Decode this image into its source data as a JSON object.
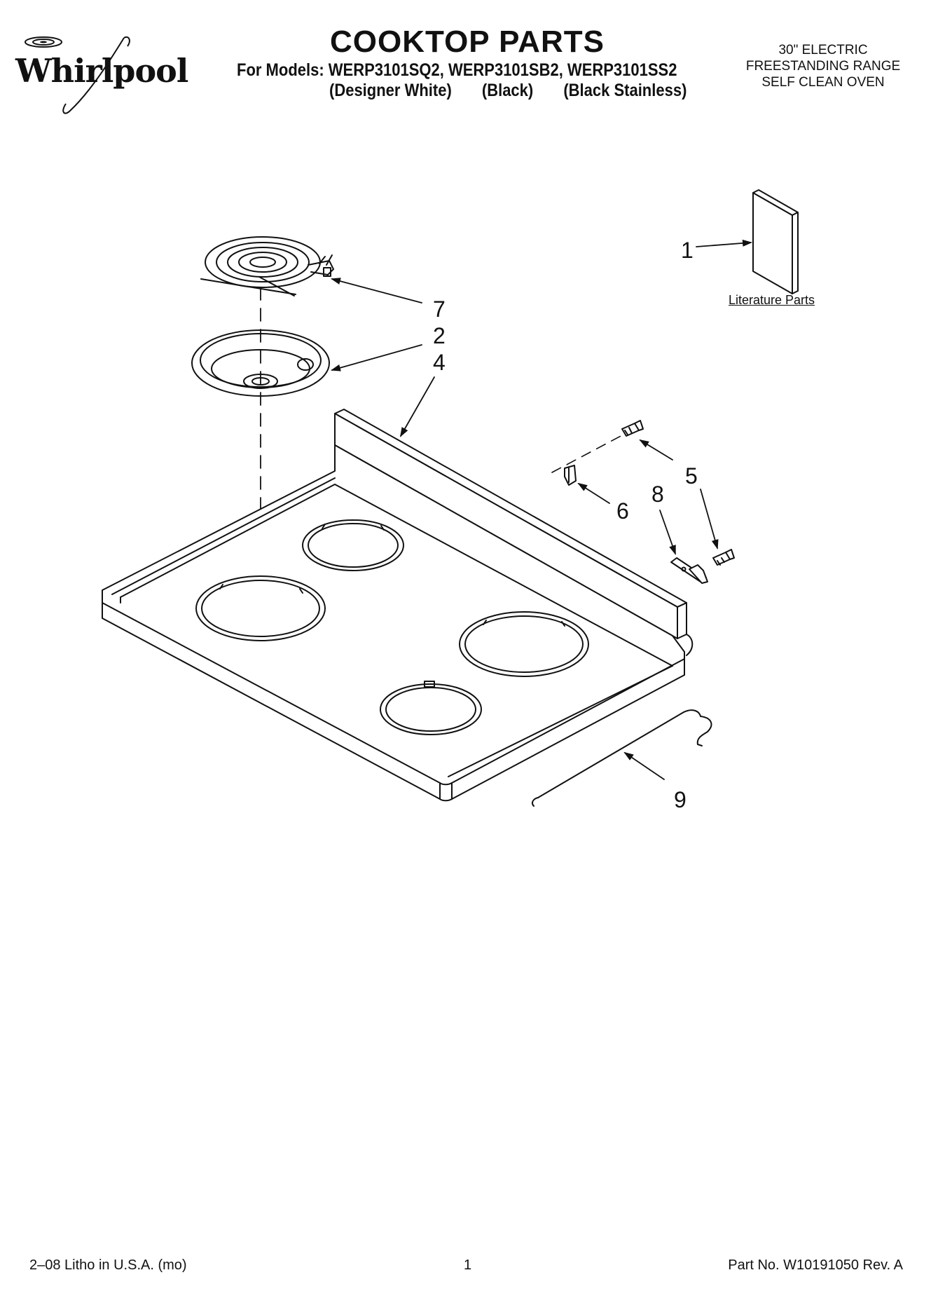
{
  "header": {
    "brand": "Whirlpool",
    "title": "COOKTOP PARTS",
    "models_line": "For Models: WERP3101SQ2, WERP3101SB2, WERP3101SS2",
    "variants": [
      "(Designer White)",
      "(Black)",
      "(Black Stainless)"
    ],
    "appliance_type": [
      "30\" ELECTRIC",
      "FREESTANDING RANGE",
      "SELF CLEAN OVEN"
    ]
  },
  "diagram": {
    "literature_label": "Literature Parts",
    "callouts": [
      "1",
      "7",
      "2",
      "4",
      "5",
      "8",
      "6",
      "9"
    ]
  },
  "footer": {
    "left": "2–08 Litho in U.S.A. (mo)",
    "center": "1",
    "right": "Part No. W10191050 Rev. A"
  }
}
